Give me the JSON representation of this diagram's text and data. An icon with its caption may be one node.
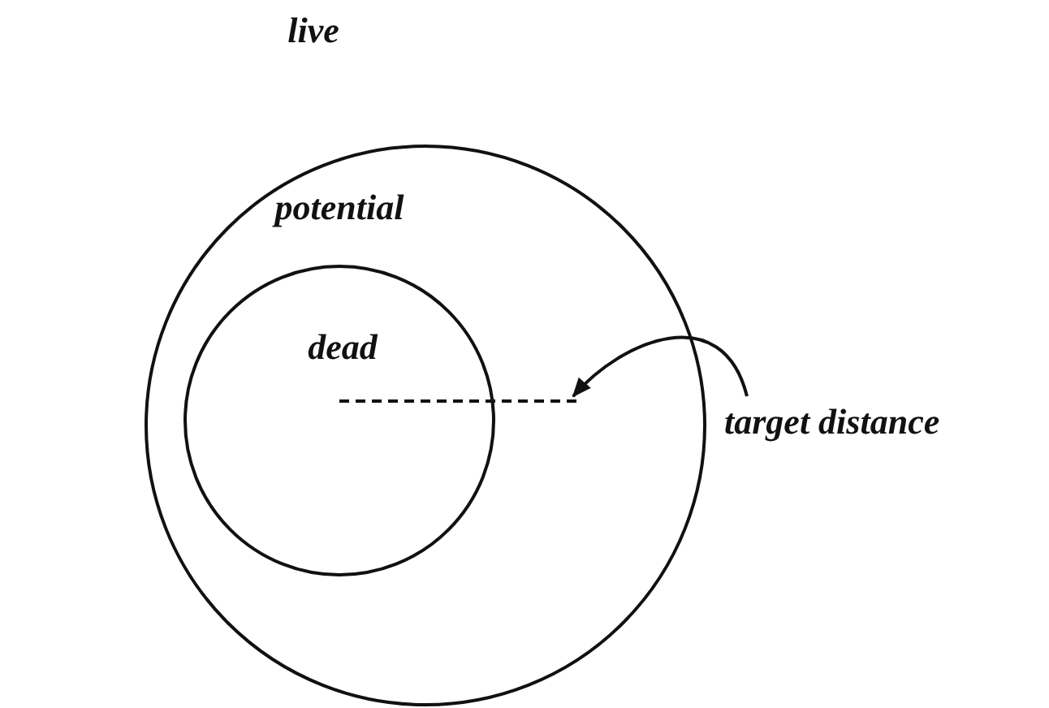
{
  "diagram": {
    "nodes": [
      {
        "text": [
          "potential"
        ]
      },
      {
        "text": [
          "dead"
        ],
        "in": 0
      },
      {
        "text": [
          "target distance"
        ]
      },
      {
        "text": [],
        "shape": "line",
        "in": 0
      }
    ],
    "edges": [
      {
        "from": 2,
        "to": 3,
        "arrow": "to"
      }
    ],
    "labels": [
      "live"
    ]
  }
}
